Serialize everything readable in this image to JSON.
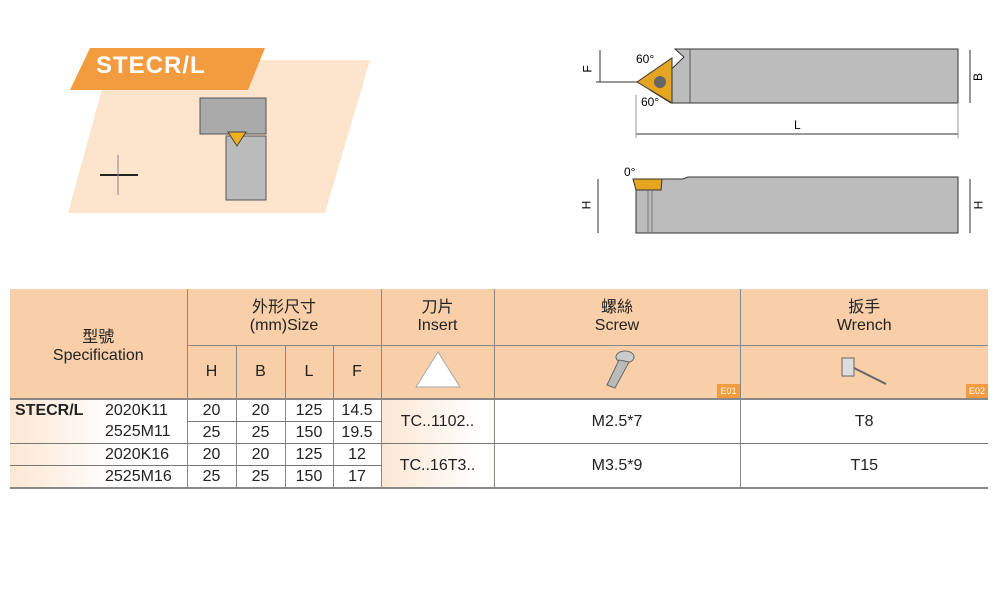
{
  "title": "STECR/L",
  "diagram": {
    "angle_top": "60°",
    "angle_bottom": "60°",
    "angle_side": "0°",
    "dim_F": "F",
    "dim_B": "B",
    "dim_L": "L",
    "dim_H_left": "H",
    "dim_H_right": "H"
  },
  "table": {
    "spec_cn": "型號",
    "spec_en": "Specification",
    "size_cn": "外形尺寸",
    "size_en": "(mm)Size",
    "insert_cn": "刀片",
    "insert_en": "Insert",
    "screw_cn": "螺絲",
    "screw_en": "Screw",
    "screw_code": "E01",
    "wrench_cn": "扳手",
    "wrench_en": "Wrench",
    "wrench_code": "E02",
    "cols": [
      "H",
      "B",
      "L",
      "F"
    ],
    "series": "STECR/L",
    "rows": [
      {
        "model": "2020K11",
        "H": "20",
        "B": "20",
        "L": "125",
        "F": "14.5"
      },
      {
        "model": "2525M11",
        "H": "25",
        "B": "25",
        "L": "150",
        "F": "19.5"
      },
      {
        "model": "2020K16",
        "H": "20",
        "B": "20",
        "L": "125",
        "F": "12"
      },
      {
        "model": "2525M16",
        "H": "25",
        "B": "25",
        "L": "150",
        "F": "17"
      }
    ],
    "groups": [
      {
        "insert": "TC..1102..",
        "screw": "M2.5*7",
        "wrench": "T8"
      },
      {
        "insert": "TC..16T3..",
        "screw": "M3.5*9",
        "wrench": "T15"
      }
    ]
  }
}
